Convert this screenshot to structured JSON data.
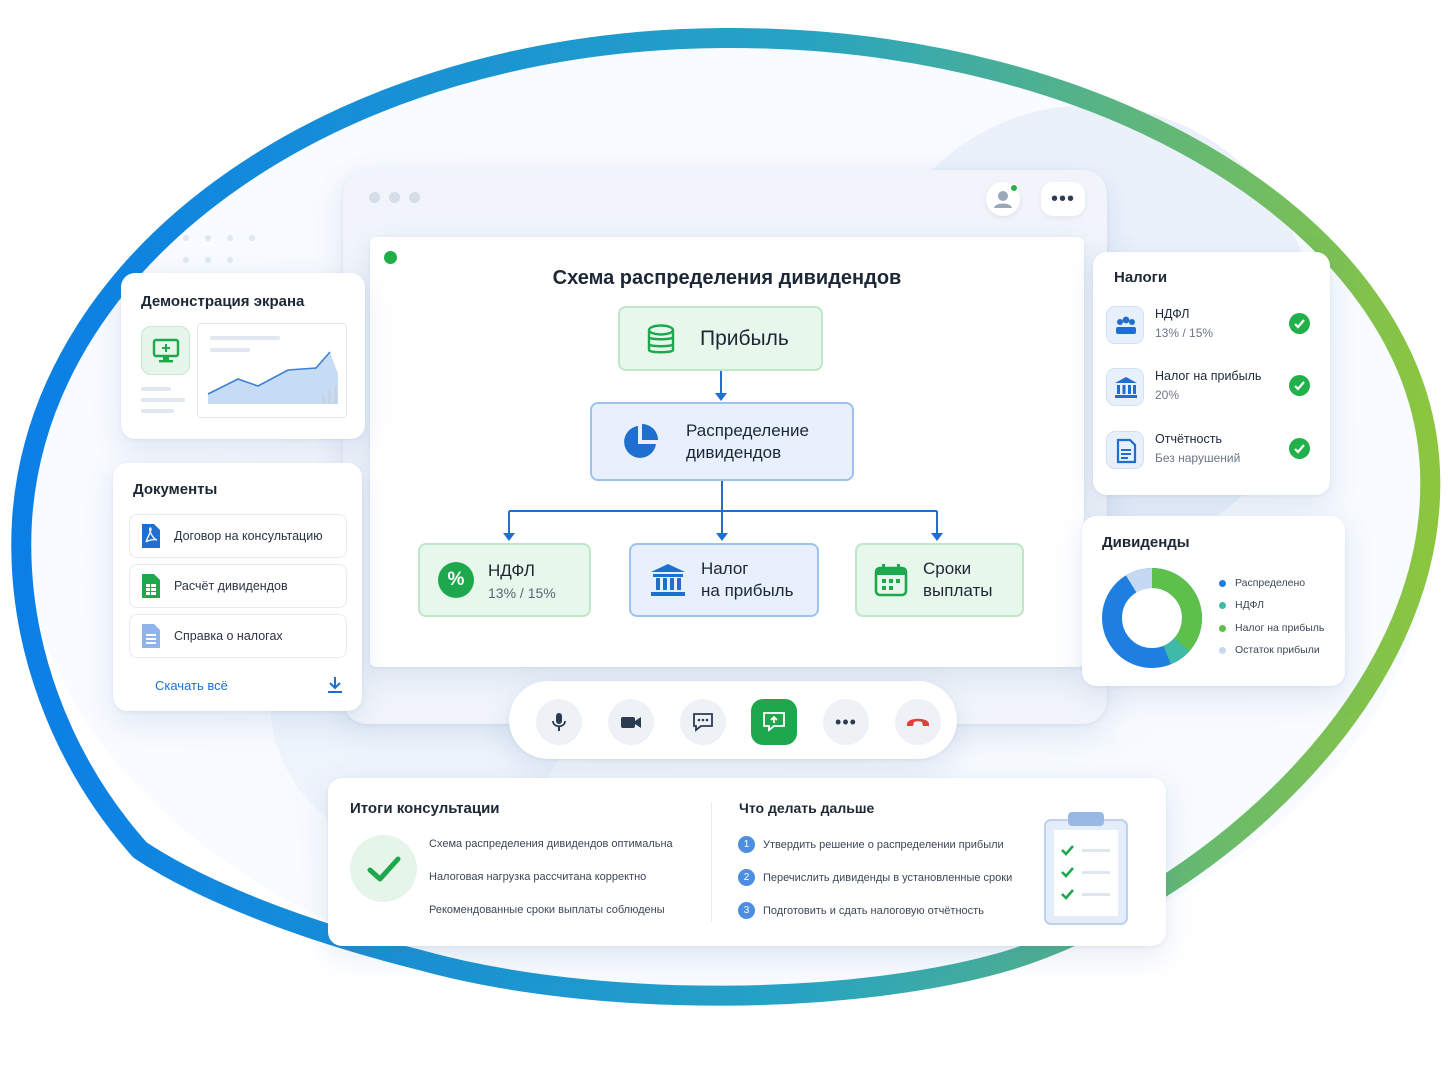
{
  "slide": {
    "title": "Схема распределения дивидендов",
    "profit": "Прибыль",
    "distribution": {
      "line1": "Распределение",
      "line2": "дивидендов"
    },
    "ndfl": {
      "title": "НДФЛ",
      "sub": "13% / 15%"
    },
    "profit_tax": {
      "line1": "Налог",
      "line2": "на прибыль"
    },
    "terms": {
      "line1": "Сроки",
      "line2": "выплаты"
    }
  },
  "screen_share": {
    "title": "Демонстрация экрана"
  },
  "documents": {
    "title": "Документы",
    "items": [
      {
        "label": "Договор на консультацию",
        "icon": "pdf-file-icon"
      },
      {
        "label": "Расчёт дивидендов",
        "icon": "spreadsheet-file-icon"
      },
      {
        "label": "Справка о налогах",
        "icon": "document-file-icon"
      }
    ],
    "download_all": "Скачать всё"
  },
  "taxes": {
    "title": "Налоги",
    "items": [
      {
        "title": "НДФЛ",
        "sub": "13% / 15%",
        "icon": "people-icon"
      },
      {
        "title": "Налог на прибыль",
        "sub": "20%",
        "icon": "bank-icon"
      },
      {
        "title": "Отчётность",
        "sub": "Без нарушений",
        "icon": "report-icon"
      }
    ]
  },
  "dividends": {
    "title": "Дивиденды",
    "legend": [
      "Распределено",
      "НДФЛ",
      "Налог на прибыль",
      "Остаток прибыли"
    ],
    "colors": [
      "#1f7fe0",
      "#3fb9a8",
      "#5cc04a",
      "#c5d9f2"
    ]
  },
  "toolbar": {
    "buttons": [
      "microphone-icon",
      "camera-icon",
      "chat-icon",
      "screen-share-icon",
      "more-icon",
      "end-call-icon"
    ]
  },
  "summary": {
    "title": "Итоги консультации",
    "lines": [
      "Схема распределения дивидендов оптимальна",
      "Налоговая нагрузка рассчитана корректно",
      "Рекомендованные сроки выплаты соблюдены"
    ],
    "next_title": "Что делать дальше",
    "steps": [
      {
        "num": "1",
        "text": "Утвердить решение о распределении прибыли"
      },
      {
        "num": "2",
        "text": "Перечислить дивиденды в установленные сроки"
      },
      {
        "num": "3",
        "text": "Подготовить и сдать налоговую отчётность"
      }
    ]
  },
  "colors": {
    "accent_green": "#1ea84d",
    "accent_blue": "#1f7fe0"
  }
}
